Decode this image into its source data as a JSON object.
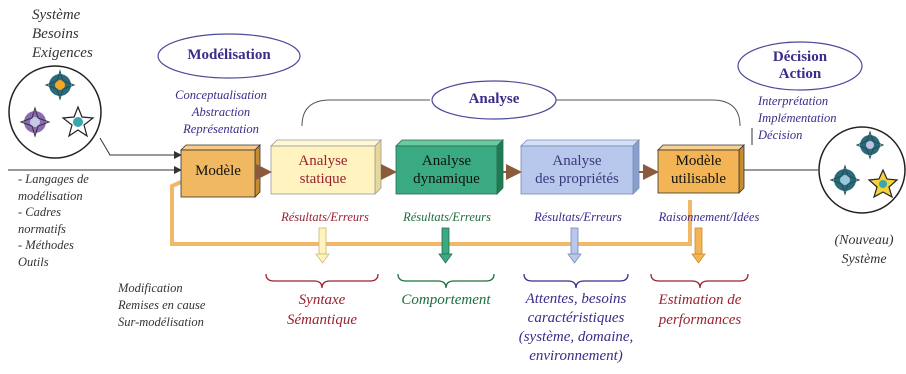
{
  "inputs": {
    "title_lines": [
      "Système",
      "Besoins",
      "Exigences"
    ],
    "side_lines": [
      "- Langages de",
      "modélisation",
      "- Cadres",
      "normatifs",
      "- Méthodes",
      "Outils"
    ]
  },
  "phases": {
    "modelisation": "Modélisation",
    "analyse": "Analyse",
    "decision": [
      "Décision",
      "Action"
    ]
  },
  "modelisation_notes": [
    "Conceptualisation",
    "Abstraction",
    "Représentation"
  ],
  "decision_notes": [
    "Interprétation",
    "Implémentation",
    "Décision"
  ],
  "boxes": {
    "modele": "Modèle",
    "statique": [
      "Analyse",
      "statique"
    ],
    "dynamique": [
      "Analyse",
      "dynamique"
    ],
    "proprietes": [
      "Analyse",
      "des propriétés"
    ],
    "utilisable": [
      "Modèle",
      "utilisable"
    ]
  },
  "outputs": {
    "statique": "Résultats/Erreurs",
    "dynamique": "Résultats/Erreurs",
    "proprietes": "Résultats/Erreurs",
    "utilisable": "Raisonnement/Idées"
  },
  "feedback_lines": [
    "Modification",
    "Remises en cause",
    "Sur-modélisation"
  ],
  "bottom": {
    "statique": [
      "Syntaxe",
      "Sémantique"
    ],
    "dynamique": [
      "Comportement"
    ],
    "proprietes": [
      "Attentes, besoins",
      "caractéristiques",
      "(système, domaine,",
      "environnement)"
    ],
    "utilisable": [
      "Estimation de",
      "performances"
    ]
  },
  "result_lines": [
    "(Nouveau)",
    "Système"
  ],
  "colors": {
    "modele": "#f0b860",
    "statique": "#fff3c0",
    "dynamique": "#3aaa82",
    "proprietes": "#b8c8ec",
    "utilisable": "#f3b455",
    "ellipse_text": "#3a2c8a",
    "red_text": "#9a2230",
    "green_text": "#1f6e3e",
    "blue_text": "#3a2c8a"
  }
}
